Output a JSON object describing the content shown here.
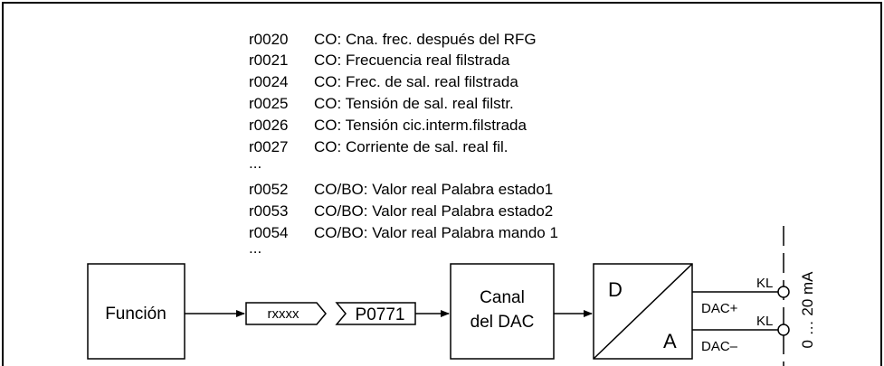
{
  "parameters": [
    {
      "code": "r0020",
      "desc": "CO: Cna. frec. después del RFG"
    },
    {
      "code": "r0021",
      "desc": "CO: Frecuencia real filstrada"
    },
    {
      "code": "r0024",
      "desc": "CO: Frec. de sal. real filstrada"
    },
    {
      "code": "r0025",
      "desc": "CO: Tensión de sal. real filstr."
    },
    {
      "code": "r0026",
      "desc": "CO: Tensión cic.interm.filstrada"
    },
    {
      "code": "r0027",
      "desc": "CO: Corriente de sal. real fil."
    },
    {
      "code": "...",
      "desc": ""
    },
    {
      "code": "r0052",
      "desc": "CO/BO: Valor real Palabra estado1"
    },
    {
      "code": "r0053",
      "desc": "CO/BO: Valor real Palabra estado2"
    },
    {
      "code": "r0054",
      "desc": "CO/BO: Valor real Palabra mando 1"
    },
    {
      "code": "...",
      "desc": ""
    }
  ],
  "blocks": {
    "function": "Función",
    "source_param": "rxxxx",
    "sink_param": "P0771",
    "dac_channel_line1": "Canal",
    "dac_channel_line2": "del DAC",
    "converter_d": "D",
    "converter_a": "A"
  },
  "terminals": {
    "dac_plus": "DAC+",
    "dac_minus": "DAC–",
    "kl_top": "KL",
    "kl_bottom": "KL",
    "range": "0 … 20 mA"
  }
}
